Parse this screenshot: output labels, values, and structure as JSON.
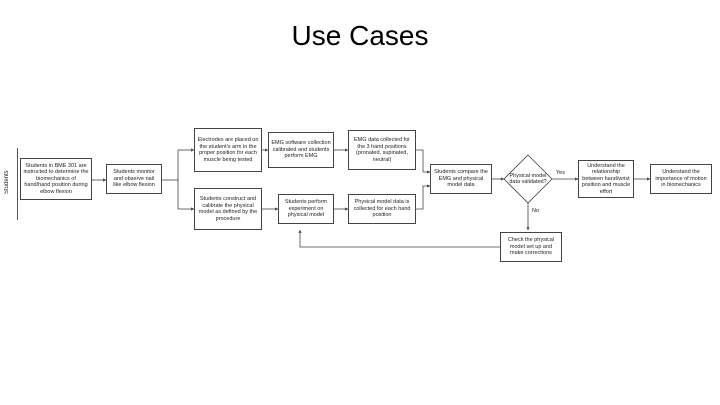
{
  "title": "Use Cases",
  "lane": "Students",
  "nodes": {
    "start": "Students in BME 301 are instructed to determine the biomechanics of hand/hand position during elbow flexion",
    "monitor": "Students monitor and observe nail like elbow flexion",
    "electrodes": "Electrodes are placed on the student's arm in the proper position for each muscle being tested",
    "emg_software": "EMG software collection calibrated and students perform EMG",
    "emg_data": "EMG data collected for the 3 hand positions (pronated, supinated, neutral)",
    "construct_model": "Students construct and calibrate the physical model as defined by the procedure",
    "perform_model": "Students perform experiment on physical model",
    "model_data": "Physical model data is collected for each hand position",
    "compare": "Students compare the EMG and physical model data",
    "decision": "Physical model data validated?",
    "relationship": "Understand the relationship between hand/wrist position and muscle effort",
    "importance": "Understand the importance of motion in biomechanics",
    "check": "Check the physical model set up and make corrections"
  },
  "edges": {
    "yes": "Yes",
    "no": "No"
  }
}
